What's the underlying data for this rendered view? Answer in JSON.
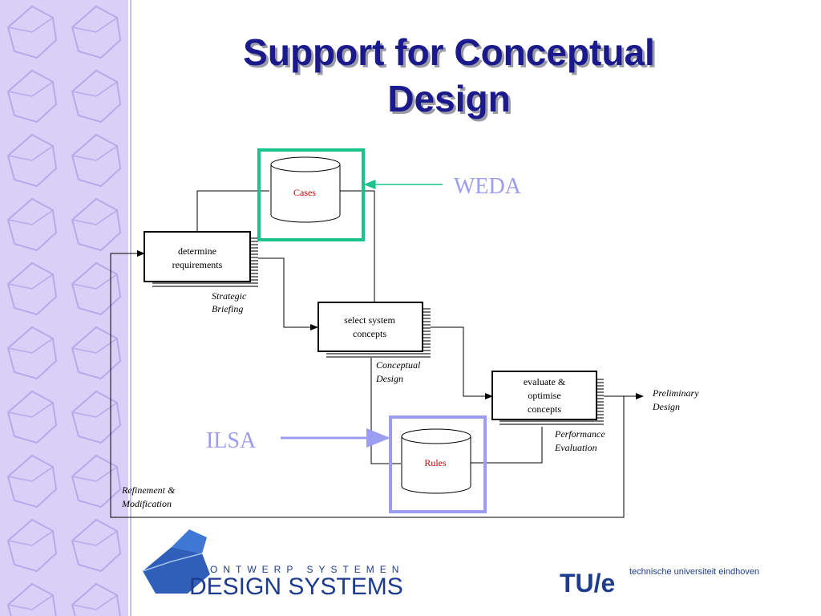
{
  "slide": {
    "title_line1": "Support for Conceptual",
    "title_line2": "Design"
  },
  "diagram": {
    "nodes": {
      "cases": "Cases",
      "determine": [
        "determine",
        "requirements"
      ],
      "select": [
        "select system",
        "concepts"
      ],
      "evaluate": [
        "evaluate &",
        "optimise",
        "concepts"
      ],
      "rules": "Rules"
    },
    "flow_labels": {
      "strategic": [
        "Strategic",
        "Briefing"
      ],
      "conceptual": [
        "Conceptual",
        "Design"
      ],
      "performance": [
        "Performance",
        "Evaluation"
      ],
      "preliminary": [
        "Preliminary",
        "Design"
      ],
      "refinement": [
        "Refinement &",
        "Modification"
      ]
    },
    "callouts": {
      "weda": "WEDA",
      "ilsa": "ILSA"
    }
  },
  "logos": {
    "ds_top": "ONTWERP SYSTEMEN",
    "ds_main": "DESIGN SYSTEMS",
    "tue_mark": "TU/e",
    "tue_text": "technische universiteit eindhoven"
  },
  "colors": {
    "title": "#1a1a8c",
    "weda_box": "#19c38a",
    "ilsa_box": "#9c9cf0",
    "db_label": "#cc0000",
    "sidebar": "#d9cff7"
  }
}
